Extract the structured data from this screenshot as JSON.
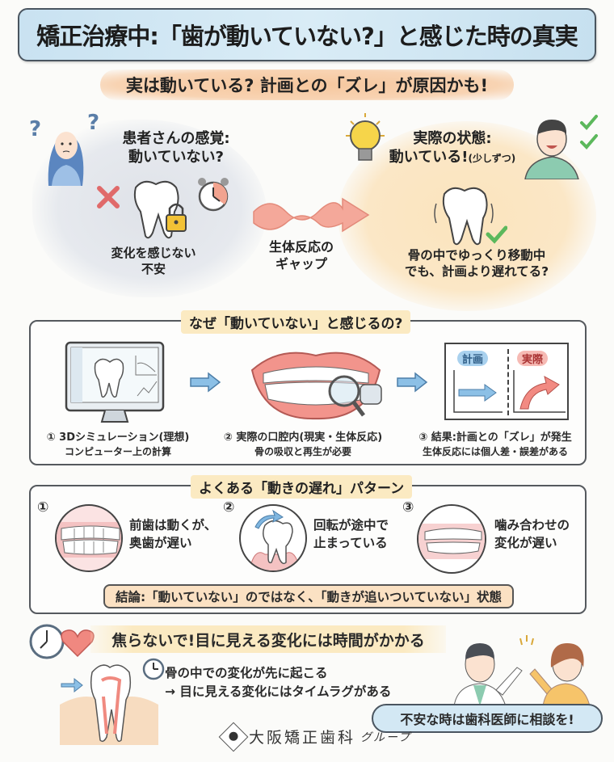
{
  "header": {
    "title": "矯正治療中:「歯が動いていない?」と感じた時の真実",
    "subtitle": "実は動いている? 計画との「ズレ」が原因かも!"
  },
  "comparison": {
    "patient": {
      "heading_line1": "患者さんの感覚:",
      "heading_line2": "動いていない?",
      "caption_line1": "変化を感じない",
      "caption_line2": "不安",
      "icons": [
        "question-mark-icon",
        "worried-patient-icon",
        "x-mark-icon",
        "tooth-icon",
        "padlock-icon",
        "alarm-clock-icon"
      ]
    },
    "gap": {
      "label_line1": "生体反応の",
      "label_line2": "ギャップ",
      "icon": "wavy-arrow-icon"
    },
    "actual": {
      "heading_line1": "実際の状態:",
      "heading_line2": "動いている!",
      "heading_note": "(少しずつ)",
      "caption_line1": "骨の中でゆっくり移動中",
      "caption_line2": "でも、計画より遅れてる?",
      "icons": [
        "light-bulb-icon",
        "smiling-dentist-icon",
        "check-mark-icon",
        "tooth-icon"
      ]
    }
  },
  "why_section": {
    "label": "なぜ「動いていない」と感じるの?",
    "steps": [
      {
        "title": "① 3Dシミュレーション(理想)",
        "sub": "コンピューター上の計算",
        "icon": "monitor-icon"
      },
      {
        "title": "② 実際の口腔内(現実・生体反応)",
        "sub": "骨の吸収と再生が必要",
        "icon": "mouth-teeth-icon"
      },
      {
        "title": "③ 結果:計画との「ズレ」が発生",
        "sub": "生体反応には個人差・誤差がある",
        "icon": "plan-vs-actual-chart-icon"
      }
    ],
    "chart": {
      "plan_label": "計画",
      "actual_label": "実際",
      "plan_color": "#9cc9e8",
      "actual_color": "#f4a6a0"
    }
  },
  "patterns_section": {
    "label": "よくある「動きの遅れ」パターン",
    "patterns": [
      {
        "num": "①",
        "line1": "前歯は動くが、",
        "line2": "奥歯が遅い"
      },
      {
        "num": "②",
        "line1": "回転が途中で",
        "line2": "止まっている"
      },
      {
        "num": "③",
        "line1": "噛み合わせの",
        "line2": "変化が遅い"
      }
    ],
    "conclusion": "結論:「動いていない」のではなく、「動きが追いついていない」状態"
  },
  "bottom": {
    "heading": "焦らないで!目に見える変化には時間がかかる",
    "line1": "骨の中での変化が先に起こる",
    "line2": "→ 目に見える変化にはタイムラグがある",
    "speech": "不安な時は歯科医師に相談を!"
  },
  "footer": {
    "logo_main": "大阪矯正歯科",
    "logo_sub": "グループ"
  },
  "colors": {
    "title_bg": "#cfe6f3",
    "subtitle_bg": "#f7c9a0",
    "section_label_bg": "#fbeac2",
    "accent_red": "#e57373",
    "accent_blue": "#7fb6e0",
    "check_green": "#5cb85c"
  }
}
